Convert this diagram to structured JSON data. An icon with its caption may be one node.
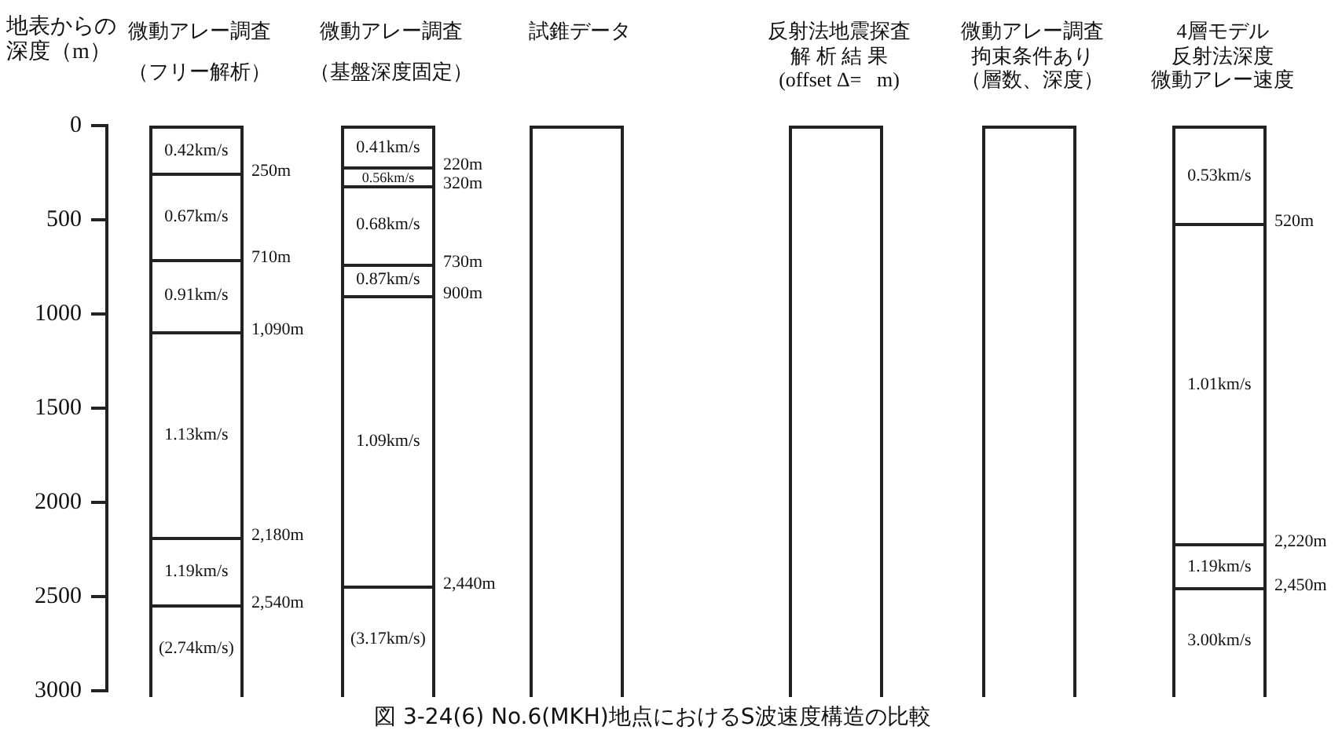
{
  "diagram": {
    "caption": "図 3-24(6) No.6(MKH)地点におけるS波速度構造の比較",
    "nodes": [
      {
        "text": [
          "微動アレー調査",
          "（フリー解析）"
        ]
      },
      {
        "text": [
          "0.42km/s"
        ],
        "in": 0
      },
      {
        "text": [
          "0.67km/s"
        ],
        "in": 0
      },
      {
        "text": [
          "0.91km/s"
        ],
        "in": 0
      },
      {
        "text": [
          "1.13km/s"
        ],
        "in": 0
      },
      {
        "text": [
          "1.19km/s"
        ],
        "in": 0
      },
      {
        "text": [
          "(2.74km/s)"
        ],
        "in": 0
      },
      {
        "text": [
          "微動アレー調査",
          "（基盤深度固定）"
        ]
      },
      {
        "text": [
          "0.41km/s"
        ],
        "in": 7
      },
      {
        "text": [
          "0.56km/s"
        ],
        "in": 7
      },
      {
        "text": [
          "0.68km/s"
        ],
        "in": 7
      },
      {
        "text": [
          "0.87km/s"
        ],
        "in": 7
      },
      {
        "text": [
          "1.09km/s"
        ],
        "in": 7
      },
      {
        "text": [
          "(3.17km/s)"
        ],
        "in": 7
      },
      {
        "text": [
          "試錐データ"
        ]
      },
      {
        "text": [
          "反射法地震探査",
          "解 析 結 果",
          "(offset Δ=   m)"
        ]
      },
      {
        "text": [
          "微動アレー調査",
          "拘束条件あり",
          "（層数、深度）"
        ]
      },
      {
        "text": [
          "4層モデル",
          "反射法深度",
          "微動アレー速度"
        ]
      },
      {
        "text": [
          "0.53km/s"
        ],
        "in": 17
      },
      {
        "text": [
          "1.01km/s"
        ],
        "in": 17
      },
      {
        "text": [
          "1.19km/s"
        ],
        "in": 17
      },
      {
        "text": [
          "3.00km/s"
        ],
        "in": 17
      }
    ],
    "edges": [],
    "labels": [
      "地表からの深度（m）",
      "0",
      "500",
      "1000",
      "1500",
      "2000",
      "2500",
      "3000",
      "250m",
      "710m",
      "1,090m",
      "2,180m",
      "2,540m",
      "220m",
      "320m",
      "730m",
      "900m",
      "2,440m",
      "520m",
      "2,220m",
      "2,450m"
    ]
  }
}
